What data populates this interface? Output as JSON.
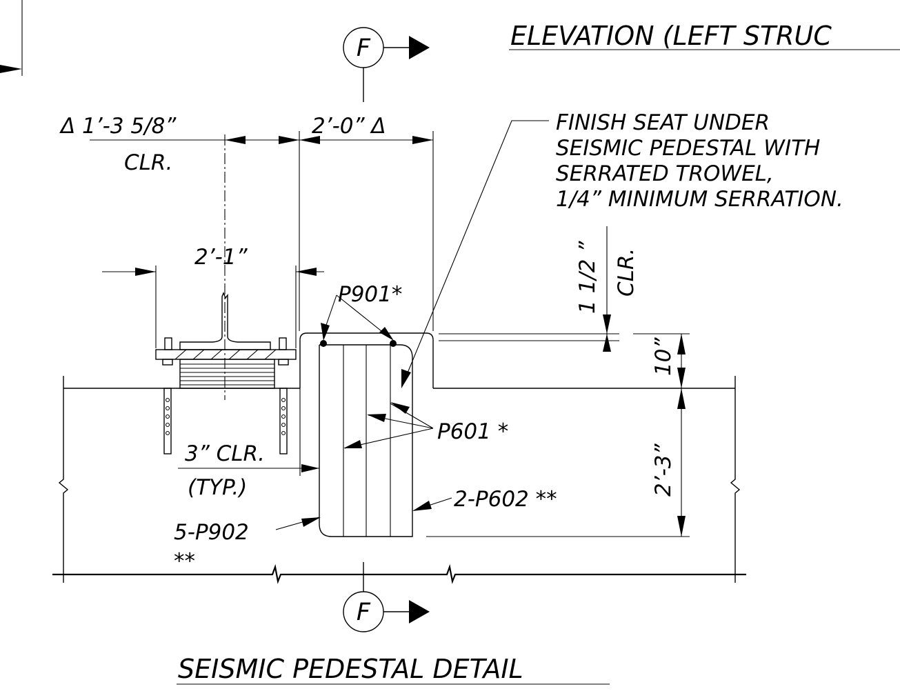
{
  "title_top": "ELEVATION (LEFT STRUC",
  "title_bottom": "SEISMIC PEDESTAL DETAIL",
  "section_marker": "F",
  "dims": {
    "clr_left": "Δ 1’-3 5/8”",
    "clr_left_sub": "CLR.",
    "top_width": "2’-0”  Δ",
    "plate_width": "2’-1”",
    "cover_top": "1 1/2 ”",
    "cover_top_sub": "CLR.",
    "ped_height": "10”",
    "slab_depth": "2’-3”",
    "side_clr": "3” CLR.",
    "side_clr_sub": "(TYP.)"
  },
  "note": {
    "line1": "FINISH SEAT UNDER",
    "line2": "SEISMIC PEDESTAL WITH",
    "line3": "SERRATED TROWEL,",
    "line4": "1/4” MINIMUM SERRATION."
  },
  "callouts": {
    "p901": "P901*",
    "p601": "P601 *",
    "p602": "2-P602 **",
    "p902": "5-P902",
    "p902_sub": "**"
  }
}
